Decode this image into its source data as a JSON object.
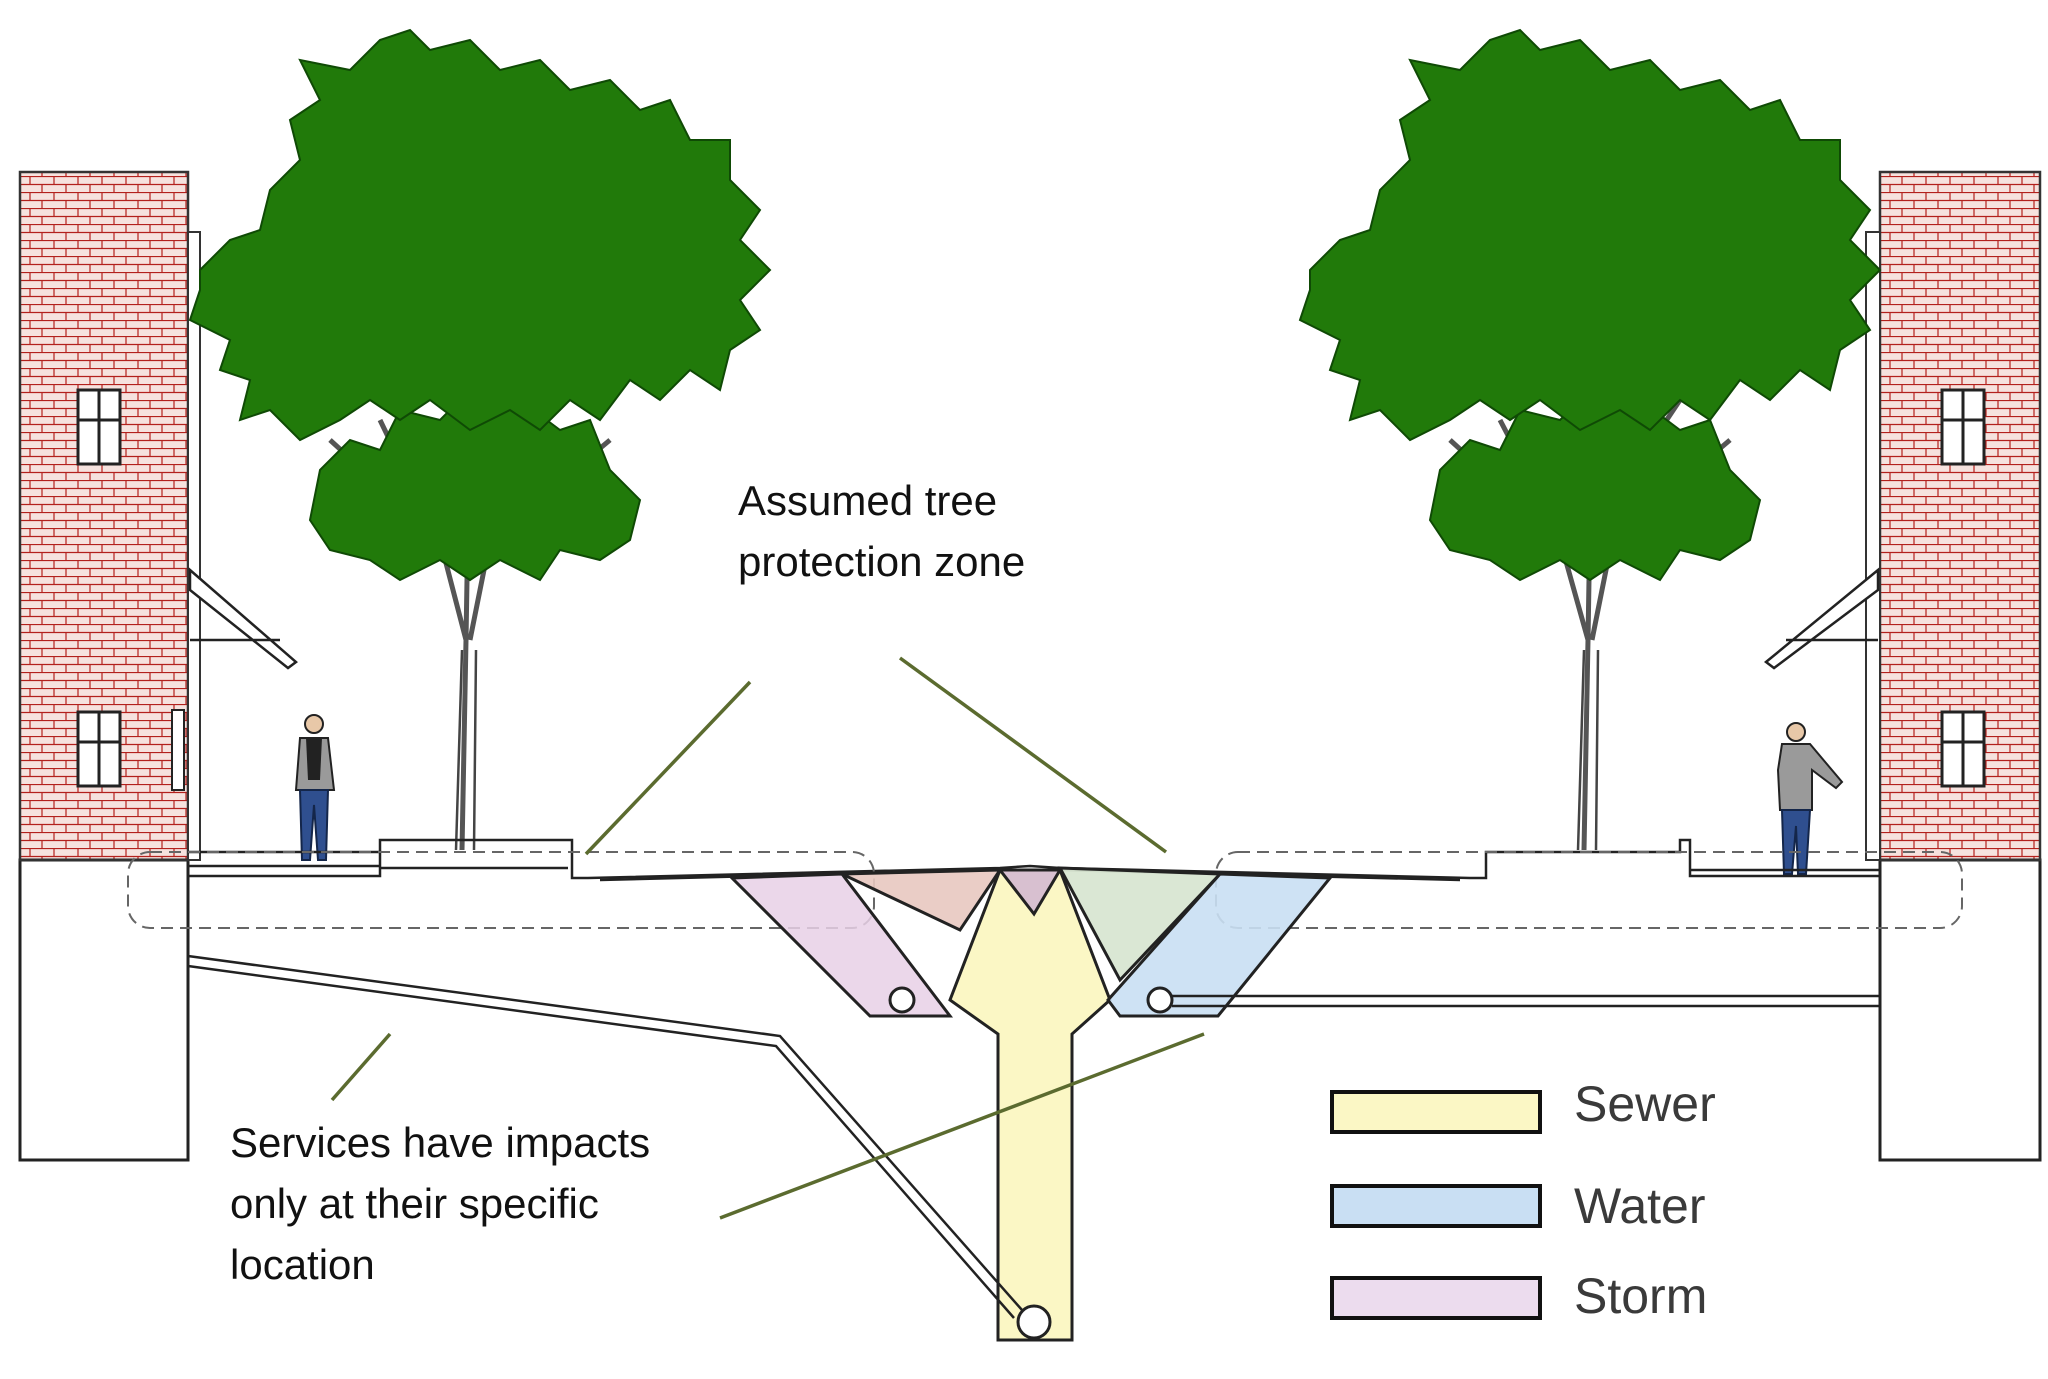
{
  "annotations": {
    "tpz_line1": "Assumed tree",
    "tpz_line2": "protection zone",
    "services_line1": "Services have impacts",
    "services_line2": "only at their specific",
    "services_line3": "location"
  },
  "legend": {
    "items": [
      {
        "label": "Sewer",
        "color": "#fbf7c5"
      },
      {
        "label": "Water",
        "color": "#c9dff3"
      },
      {
        "label": "Storm",
        "color": "#ecdcee"
      }
    ]
  },
  "colors": {
    "tree_canopy": "#217a0a",
    "brick": "#f4dcd8",
    "brick_mortar": "#b3201c",
    "leader_line": "#5b6b2f",
    "sewer": "#fbf7c5",
    "water": "#c9dff3",
    "storm": "#ecdcee"
  }
}
